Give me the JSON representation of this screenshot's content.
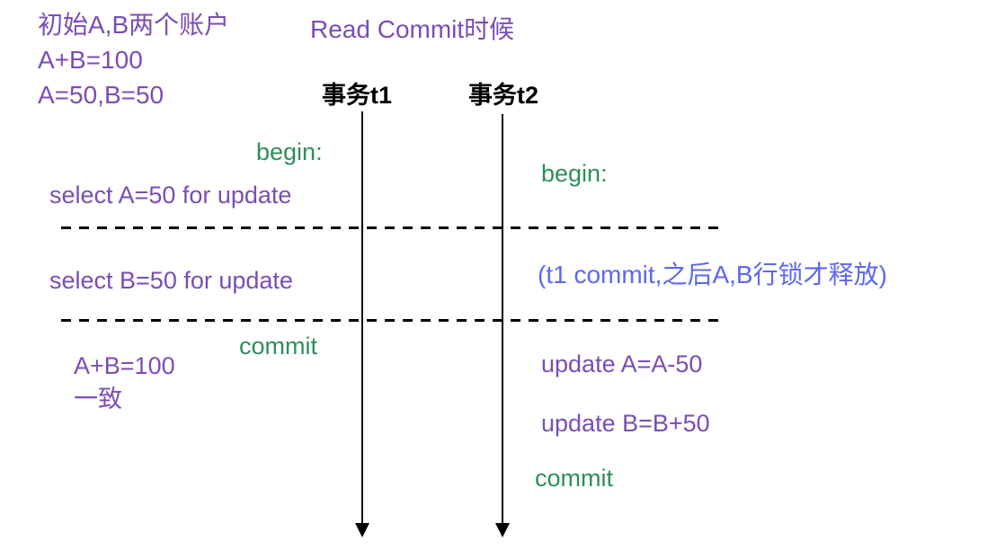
{
  "colors": {
    "purple": "#7B4DB4",
    "green": "#2E8E5A",
    "blue": "#5C68EF",
    "ink": "#000000",
    "bg": "#FFFFFF"
  },
  "header": {
    "note_line1": "初始A,B两个账户",
    "note_line2": "A+B=100",
    "note_line3": "A=50,B=50",
    "isolation_label": "Read Commit时候"
  },
  "timelines": {
    "t1_label": "事务t1",
    "t2_label": "事务t2"
  },
  "t1": {
    "begin": "begin:",
    "select_a": "select A=50 for update",
    "select_b": "select B=50 for update",
    "commit": "commit",
    "result_line1": "A+B=100",
    "result_line2": "一致"
  },
  "t2": {
    "begin": "begin:",
    "lock_note": "(t1 commit,之后A,B行锁才释放)",
    "update_a": "update A=A-50",
    "update_b": "update B=B+50",
    "commit": "commit"
  }
}
